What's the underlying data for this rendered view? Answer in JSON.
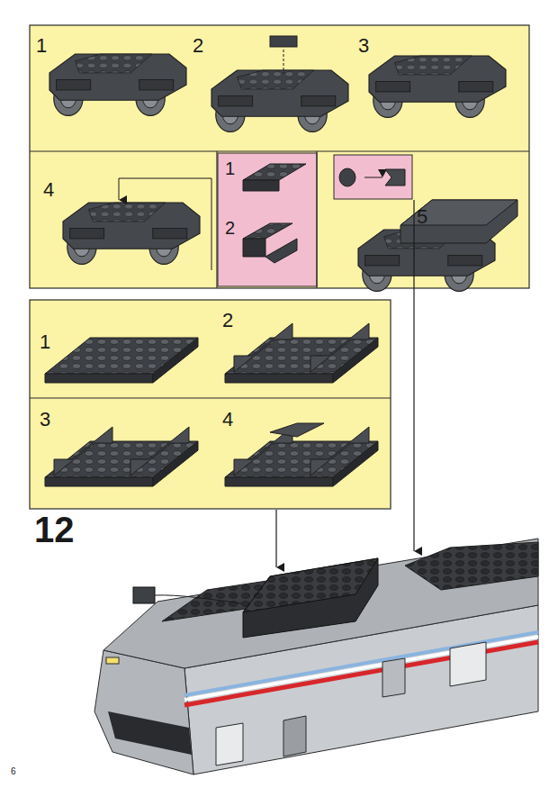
{
  "diagram": {
    "labels": [
      "1",
      "2",
      "3",
      "4",
      "1",
      "2",
      "5",
      "1",
      "2",
      "3",
      "4",
      "12",
      "6"
    ]
  }
}
